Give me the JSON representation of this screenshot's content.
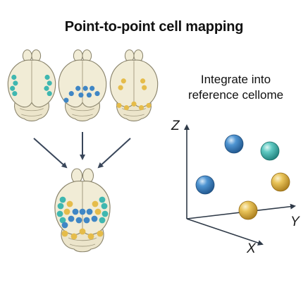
{
  "title": "Point-to-point cell mapping",
  "subtitle_line1": "Integrate into",
  "subtitle_line2": "reference cellome",
  "axes": {
    "z": "Z",
    "y": "Y",
    "x": "X"
  },
  "colors": {
    "teal": "#3fb7b0",
    "blue": "#3f86c5",
    "yellow": "#e5bc4a",
    "brain_fill": "#f1ecd6",
    "brain_outline": "#8b856d",
    "arrow": "#39465a"
  },
  "icons": [
    "source-brain-teal-icon",
    "source-brain-blue-icon",
    "source-brain-yellow-icon",
    "reference-brain-icon",
    "cell-sphere-icon"
  ]
}
